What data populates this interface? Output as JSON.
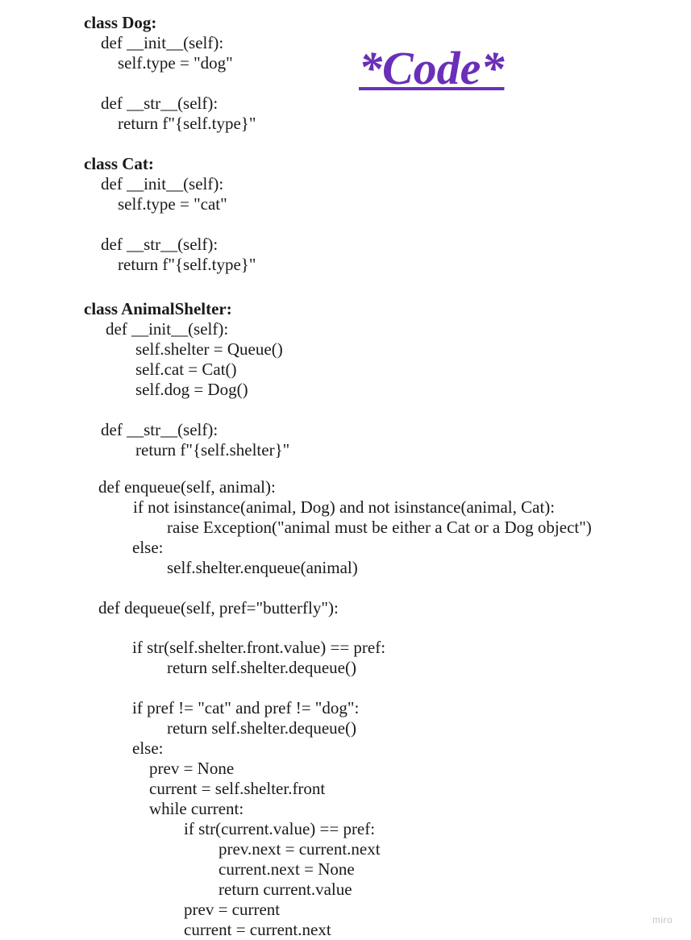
{
  "title": {
    "text": "*Code*",
    "color": "#6a2fb8"
  },
  "watermark": {
    "text": "miro"
  },
  "code": {
    "lines": [
      "class Dog:",
      "def __init__(self):",
      "self.type = \"dog\"",
      "def __str__(self):",
      "return f\"{self.type}\"",
      "class Cat:",
      "def __init__(self):",
      "self.type = \"cat\"",
      "def __str__(self):",
      "return f\"{self.type}\"",
      "class AnimalShelter:",
      "def __init__(self):",
      "self.shelter = Queue()",
      "self.cat = Cat()",
      "self.dog = Dog()",
      "def __str__(self):",
      "return f\"{self.shelter}\"",
      "def enqueue(self, animal):",
      "if not isinstance(animal, Dog) and not isinstance(animal, Cat):",
      "raise Exception(\"animal must be either a Cat or a Dog object\")",
      "else:",
      "self.shelter.enqueue(animal)",
      "def dequeue(self, pref=\"butterfly\"):",
      "if str(self.shelter.front.value) == pref:",
      "return self.shelter.dequeue()",
      "if pref != \"cat\" and pref != \"dog\":",
      "return self.shelter.dequeue()",
      "else:",
      "prev = None",
      "current = self.shelter.front",
      "while current:",
      "if str(current.value) == pref:",
      "prev.next = current.next",
      "current.next = None",
      "return current.value",
      "prev = current",
      "current = current.next"
    ]
  }
}
